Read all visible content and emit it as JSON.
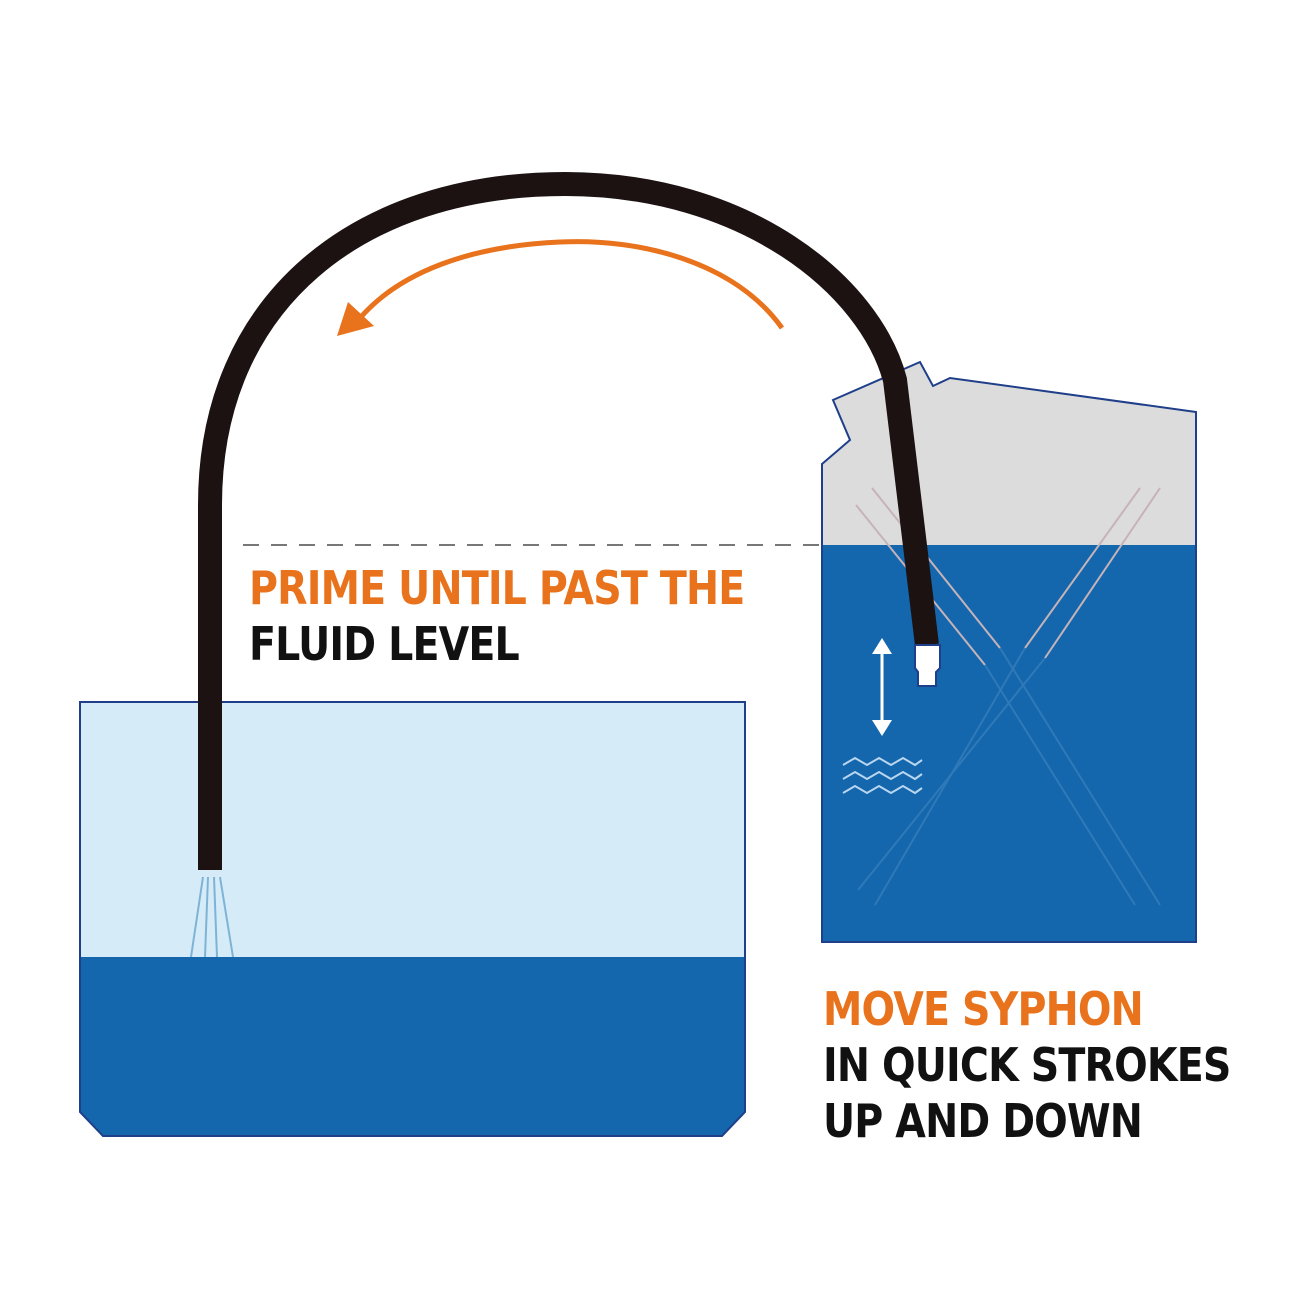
{
  "colors": {
    "accent": "#e8731c",
    "ink": "#111111",
    "water_dark": "#1467ad",
    "water_light": "#d5ebf7",
    "container_air": "#dcdcdc",
    "outline": "#1f3f8a",
    "hose": "#1c1212",
    "dash": "#777777"
  },
  "prime_caption": {
    "line1": "PRIME UNTIL PAST THE",
    "line2": "FLUID LEVEL"
  },
  "move_caption": {
    "line1": "MOVE SYPHON",
    "line2": "IN QUICK STROKES",
    "line3": "UP AND DOWN"
  }
}
